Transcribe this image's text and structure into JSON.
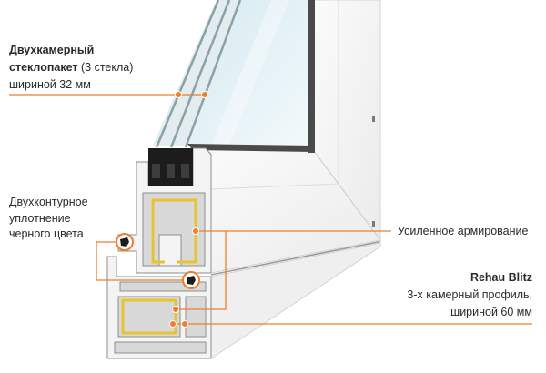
{
  "callouts": {
    "glass_unit": {
      "line1": "Двухкамерный",
      "line2_bold": "стеклопакет",
      "line2_normal": " (3 стекла)",
      "line3": "шириной 32 мм"
    },
    "seal": {
      "line1": "Двухконтурное",
      "line2": "уплотнение",
      "line3": "черного цвета"
    },
    "reinforcement": {
      "text": "Усиленное армирование"
    },
    "profile": {
      "line1": "Rehau Blitz",
      "line2": "3-х камерный профиль,",
      "line3": "шириной 60 мм"
    }
  },
  "colors": {
    "accent": "#f07d2f",
    "reinforcement": "#e9c32c",
    "seal": "#1c1c1c",
    "glass": "#d6eaf1",
    "pvc": "#f4f4f4"
  }
}
